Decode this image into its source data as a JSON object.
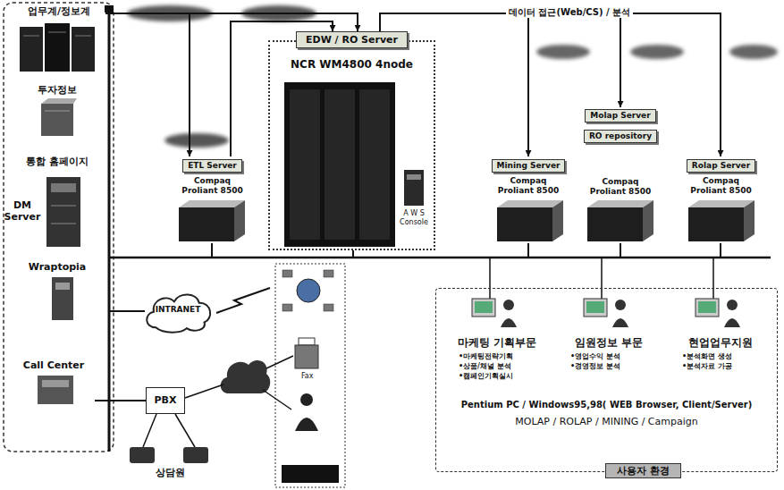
{
  "diagram": {
    "nodes": [
      {
        "text": [
          "업무계/정보계"
        ]
      },
      {
        "text": [
          "투자정보"
        ]
      },
      {
        "text": [
          "통합 홈페이지"
        ]
      },
      {
        "text": [
          "DM Server"
        ]
      },
      {
        "text": [
          "Wraptopia"
        ]
      },
      {
        "text": [
          "Call Center"
        ]
      },
      {
        "text": [
          "ETL Server",
          "Compaq Proliant 8500"
        ]
      },
      {
        "text": [
          "EDW / RO Server",
          "NCR WM4800 4node"
        ]
      },
      {
        "text": [
          "A W S Console"
        ],
        "in": 7
      },
      {
        "text": [
          "Mining Server",
          "Compaq Proliant 8500"
        ]
      },
      {
        "text": [
          "Molap Server",
          "RO repository",
          "Compaq Proliant 8500"
        ]
      },
      {
        "text": [
          "Rolap Server",
          "Compaq Proliant 8500"
        ]
      },
      {
        "text": [
          "INTRANET"
        ]
      },
      {
        "text": [
          "PBX"
        ]
      },
      {
        "text": [
          "Pentium PC / Windows95,98( WEB Browser, Client/Server)",
          "MOLAP / ROLAP / MINING / Campaign",
          "사용자 환경"
        ]
      },
      {
        "text": [
          "마케팅 기획부문",
          "•마케팅전략기획",
          "•상품/채널 분석",
          "•캠페인기획실시"
        ],
        "in": 14
      },
      {
        "text": [
          "임원정보 부문",
          "•영업수익 분석",
          "•경영정보 분석"
        ],
        "in": 14
      },
      {
        "text": [
          "현업업무지원",
          "•분석화면 생성",
          "•분석자료 가공"
        ],
        "in": 14
      }
    ],
    "edges": [
      {
        "from": 0,
        "to": 6,
        "arrow": "to"
      },
      {
        "from": 0,
        "to": 7,
        "arrow": "to"
      },
      {
        "from": 6,
        "to": 7,
        "arrow": "to"
      },
      {
        "from": 7,
        "to": 9,
        "arrow": "to"
      },
      {
        "from": 7,
        "to": 10,
        "arrow": "to"
      },
      {
        "from": 7,
        "to": 11,
        "arrow": "to"
      },
      {
        "from": 5,
        "to": 13,
        "arrow": "none"
      }
    ],
    "labels": [
      "데이터 접근(Web/CS) / 분석",
      "Fax",
      "상담원"
    ]
  }
}
